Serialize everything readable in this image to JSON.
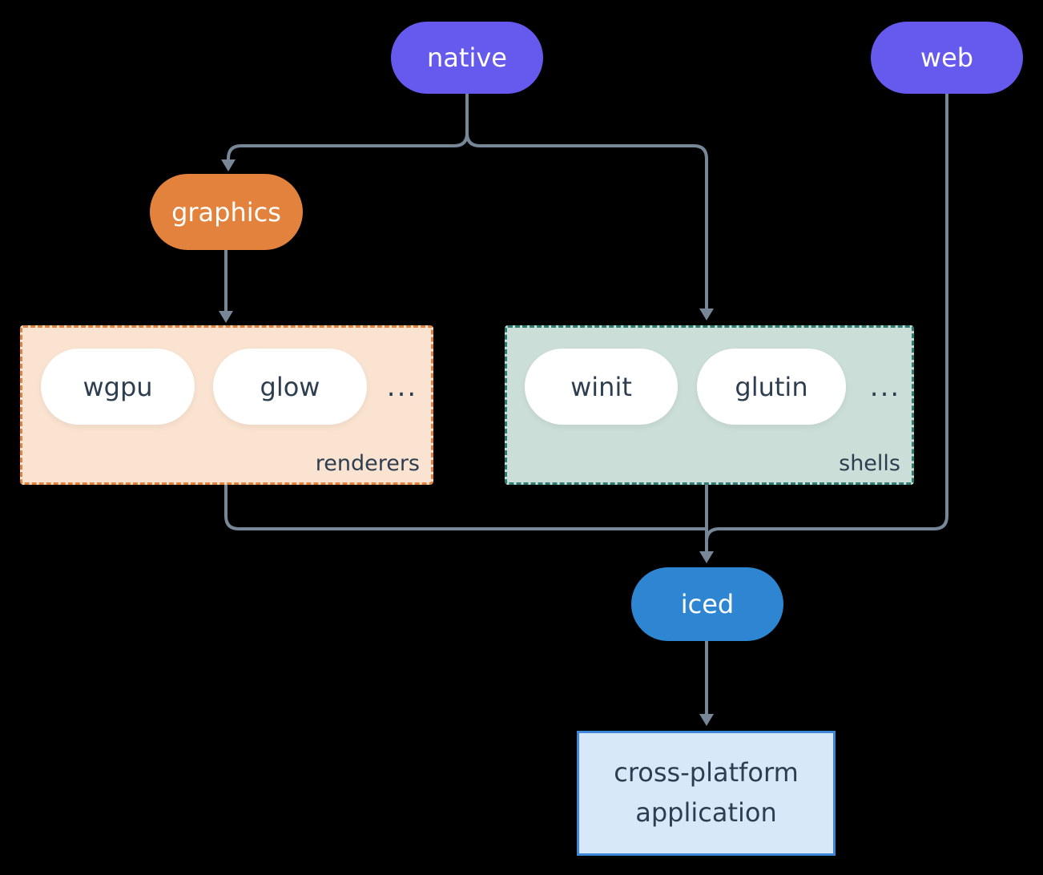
{
  "nodes": {
    "native": {
      "label": "native"
    },
    "web": {
      "label": "web"
    },
    "graphics": {
      "label": "graphics"
    },
    "iced": {
      "label": "iced"
    },
    "app": {
      "label": "cross-platform application"
    }
  },
  "groups": {
    "renderers": {
      "caption": "renderers",
      "items": [
        {
          "label": "wgpu"
        },
        {
          "label": "glow"
        }
      ],
      "ellipsis": "..."
    },
    "shells": {
      "caption": "shells",
      "items": [
        {
          "label": "winit"
        },
        {
          "label": "glutin"
        }
      ],
      "ellipsis": "..."
    }
  },
  "edges": [
    {
      "from": "native",
      "to": "graphics"
    },
    {
      "from": "native",
      "to": "shells"
    },
    {
      "from": "graphics",
      "to": "renderers"
    },
    {
      "from": "renderers",
      "to": "iced"
    },
    {
      "from": "shells",
      "to": "iced"
    },
    {
      "from": "web",
      "to": "iced"
    },
    {
      "from": "iced",
      "to": "cross-platform application"
    }
  ],
  "colors": {
    "background": "#000000",
    "purple": "#6559EE",
    "orange": "#E2823C",
    "blue": "#2E86D3",
    "arrow": "#788798",
    "dark_text": "#2D3E50",
    "renderers_bg": "#FAE3D0",
    "renderers_border": "#E2823C",
    "shells_bg": "#CBDED7",
    "shells_border": "#2E7D72",
    "app_bg": "#D7E8F8",
    "app_border": "#3E86D8",
    "pill_bg": "#FFFFFF"
  }
}
